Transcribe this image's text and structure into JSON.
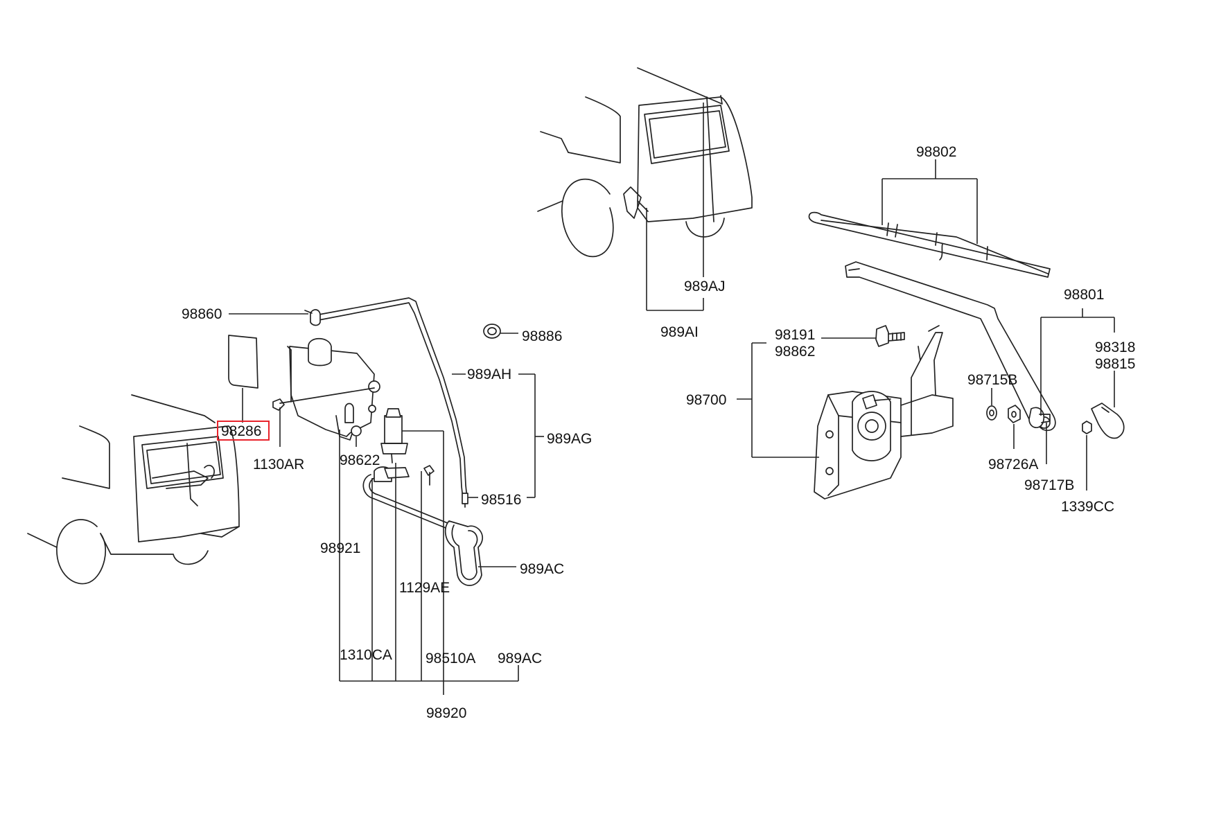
{
  "labels": {
    "p98860": "98860",
    "p98286": "98286",
    "p1130AR": "1130AR",
    "p98622": "98622",
    "p98886": "98886",
    "p989AH": "989AH",
    "p989AG": "989AG",
    "p98516": "98516",
    "p989AC_1": "989AC",
    "p98921": "98921",
    "p1129AE": "1129AE",
    "p1310CA": "1310CA",
    "p98510A": "98510A",
    "p989AC_2": "989AC",
    "p98920": "98920",
    "p989AJ": "989AJ",
    "p989AI": "989AI",
    "p98802": "98802",
    "p98801": "98801",
    "p98191": "98191",
    "p98862": "98862",
    "p98700": "98700",
    "p98318": "98318",
    "p98815": "98815",
    "p98715B": "98715B",
    "p98726A": "98726A",
    "p98717B": "98717B",
    "p1339CC": "1339CC"
  },
  "highlight": {
    "color": "#e8232b",
    "target": "98286"
  },
  "colors": {
    "line": "#222222",
    "background": "#ffffff"
  }
}
